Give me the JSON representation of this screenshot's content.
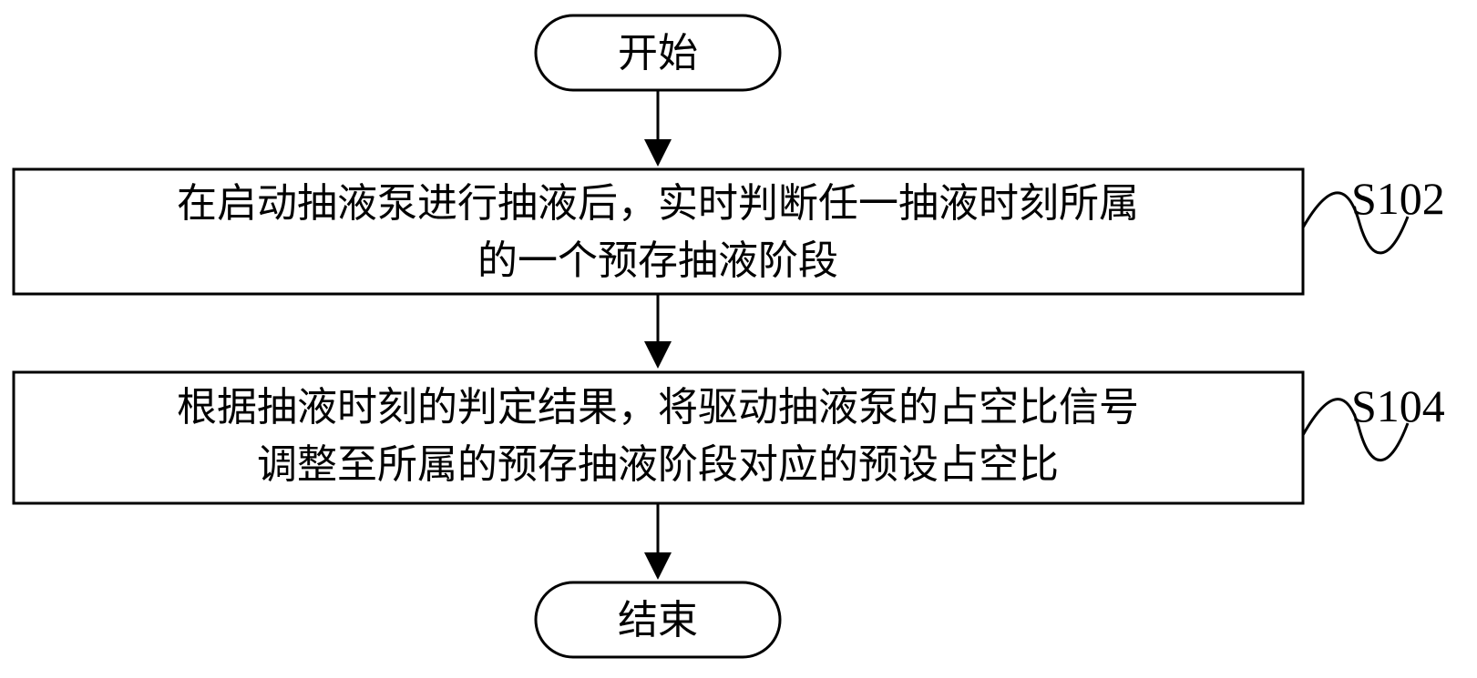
{
  "flowchart": {
    "start": {
      "label": "开始"
    },
    "steps": [
      {
        "id": "S102",
        "lines": [
          "在启动抽液泵进行抽液后，实时判断任一抽液时刻所属",
          "的一个预存抽液阶段"
        ]
      },
      {
        "id": "S104",
        "lines": [
          "根据抽液时刻的判定结果，将驱动抽液泵的占空比信号",
          "调整至所属的预存抽液阶段对应的预设占空比"
        ]
      }
    ],
    "end": {
      "label": "结束"
    }
  }
}
